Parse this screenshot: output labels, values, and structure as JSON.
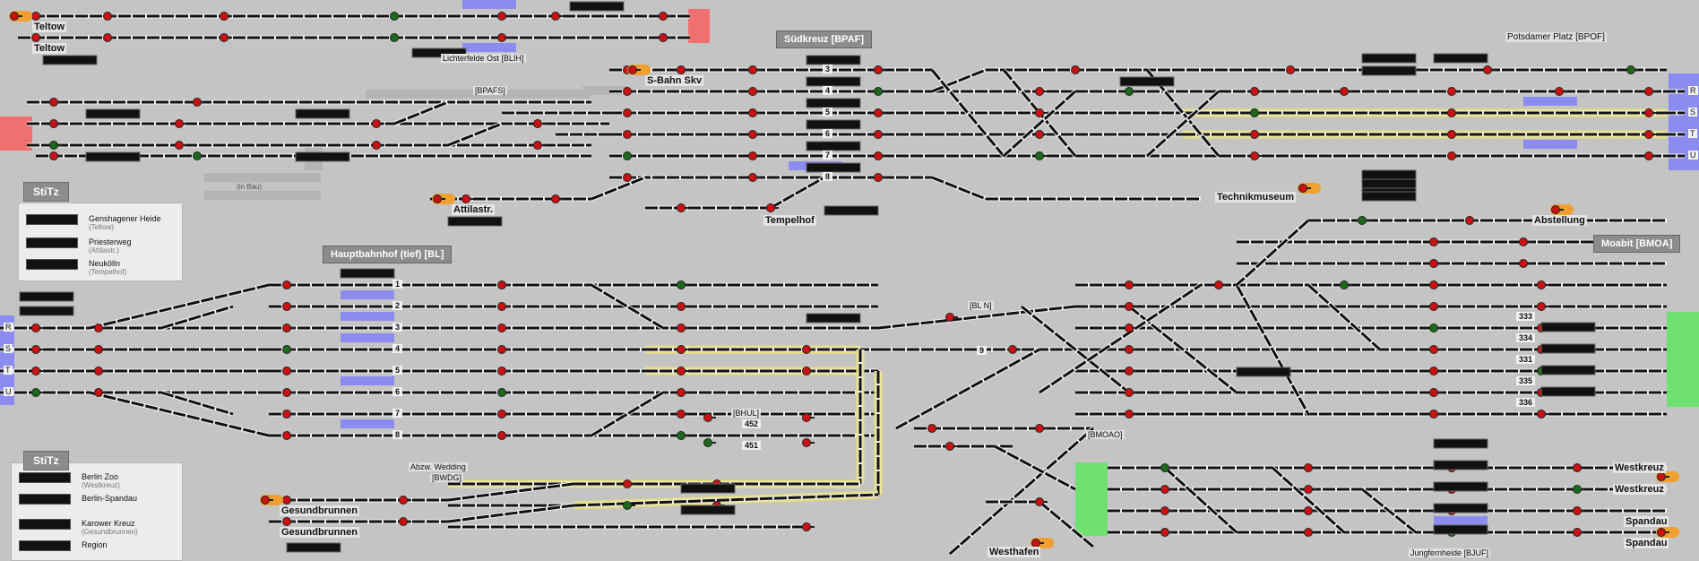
{
  "colors": {
    "background": "#c4c4c4",
    "track": "#111111",
    "track_edge": "#eeeeee",
    "signal_red": "#cc1111",
    "signal_green": "#1a6a1a",
    "route_yellow": "#e8e07a",
    "route_blue": "#8c8cf0",
    "block_red": "#f07070",
    "block_green": "#70e070",
    "orange_blocker": "#f0a030"
  },
  "stitz_top": {
    "title": "StiTz",
    "rows": [
      {
        "name": "Genshagener Heide",
        "sub": "(Teltow)"
      },
      {
        "name": "Priesterweg",
        "sub": "(Attilastr.)"
      },
      {
        "name": "Neukölln",
        "sub": "(Tempelhof)"
      }
    ]
  },
  "stitz_bottom": {
    "title": "StiTz",
    "rows": [
      {
        "name": "Berlin Zoo",
        "sub": "(Westkreuz)"
      },
      {
        "name": "Berlin-Spandau",
        "sub": ""
      },
      {
        "name": "Karower Kreuz",
        "sub": "(Gesundbrunnen)"
      },
      {
        "name": "Region",
        "sub": ""
      }
    ]
  },
  "stations": {
    "suedkreuz": "Südkreuz [BPAF]",
    "hbf_tief": "Hauptbahnhof (tief) [BL]",
    "moabit": "Moabit [BMOA]",
    "potsdamer_platz": "Potsdamer Platz [BPOF]"
  },
  "labels": {
    "teltow_1": "Teltow",
    "teltow_2": "Teltow",
    "lichterfelde": "Lichterfelde Ost [BLIH]",
    "bpafs": "[BPAFS]",
    "in_bau": "(in Bau)",
    "sbahn_skv": "S-Bahn Skv",
    "attilastr": "Attilastr.",
    "tempelhof": "Tempelhof",
    "technikmuseum": "Technikmuseum",
    "abstellung": "Abstellung",
    "bln": "[BL N]",
    "bhul": "[BHUL]",
    "bmoao": "[BMOAO]",
    "abzw_wedding": "Abzw. Wedding",
    "bwdg": "[BWDG]",
    "gesundbrunnen_1": "Gesundbrunnen",
    "gesundbrunnen_2": "Gesundbrunnen",
    "westhafen": "Westhafen",
    "westkreuz_1": "Westkreuz",
    "westkreuz_2": "Westkreuz",
    "spandau_1": "Spandau",
    "spandau_2": "Spandau",
    "jungfernheide": "Jungfernheide [BJUF]"
  },
  "track_letters": {
    "left": [
      "R",
      "S",
      "T",
      "U"
    ],
    "right_top": [
      "R",
      "S",
      "T",
      "U"
    ]
  },
  "platform_numbers": {
    "suedkreuz": [
      "3",
      "4",
      "5",
      "6",
      "7",
      "8"
    ],
    "hbf": [
      "1",
      "2",
      "3",
      "4",
      "5",
      "6",
      "7",
      "8"
    ],
    "moabit": [
      "333",
      "334",
      "331",
      "335",
      "336"
    ],
    "bhul": [
      "452",
      "451"
    ],
    "bln": [
      "9"
    ]
  }
}
